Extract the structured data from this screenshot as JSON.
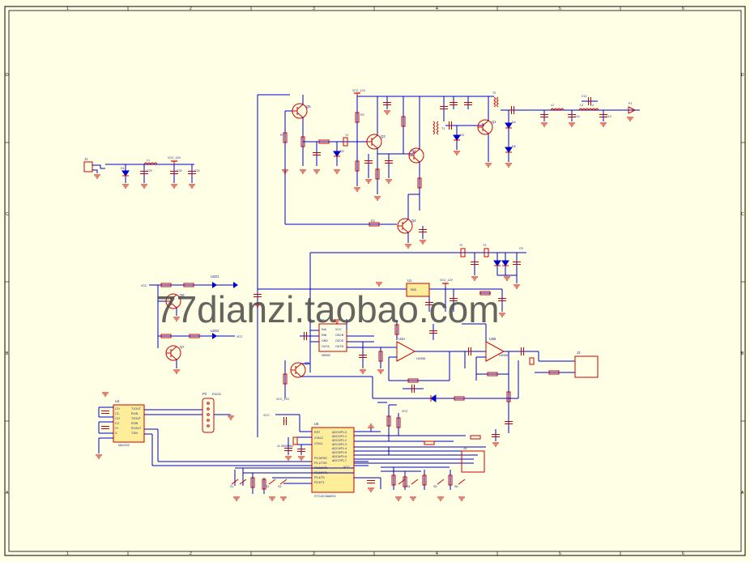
{
  "frame": {
    "columns": [
      "1",
      "2",
      "3",
      "4",
      "5",
      "6"
    ],
    "rows": [
      "D",
      "C",
      "B",
      "A"
    ]
  },
  "watermark": "77dianzi.taobao.com",
  "colors": {
    "paper": "#ffffe6",
    "wire": "#0000cc",
    "component": "#cc0000",
    "label": "#1a1a8c",
    "watermark": "#4a4a4a"
  },
  "power_labels": {
    "vcc12_a": "VCC_12V",
    "vcc12_b": "VCC_12V",
    "vcc12_c": "VCC_12V",
    "vcc12_d": "VCC_12V",
    "vcc12_e": "VCC_12V",
    "vcc_a": "VCC",
    "vcc_b": "VCC",
    "vcc_c": "VCC",
    "vcc_d": "VCC",
    "vcc_e": "VCC"
  },
  "parts": {
    "l1": "L1",
    "c29": "C29",
    "c30": "C30",
    "c31": "C31",
    "d1": "D1",
    "j1": "J1",
    "q5": "Q5",
    "q3": "Q3",
    "q2": "Q2",
    "q1": "Q1",
    "q4": "Q4",
    "t1": "T1",
    "t2": "T2",
    "c5": "C5",
    "c10": "C10",
    "c11": "C11",
    "d2": "D2",
    "d3": "D3",
    "d4": "D4",
    "d5": "D5",
    "r1": "R1",
    "r2": "R2",
    "r3": "R3",
    "r4": "R4",
    "r5": "R5",
    "r6": "R6",
    "r7": "R7",
    "y1": "Y1",
    "y2": "Y2",
    "y3": "Y3",
    "l2": "L2",
    "l3": "L3",
    "l4": "L4",
    "c12": "C12",
    "c13": "C13",
    "c14": "C14",
    "p1": "P1",
    "u1": "U1",
    "u1_val": "7805",
    "u2": "U2",
    "u2_val": "NE602",
    "u3a": "U3A",
    "u3a_val": "LM358",
    "u3b": "U3B",
    "u3b_val": "LM358",
    "q6": "Q6",
    "q7": "Q7",
    "q8": "Q8",
    "led1": "LED1",
    "led2": "LED2",
    "u4": "U4",
    "u4_val": "MAX232",
    "p2": "P2",
    "p2_val": "RS232",
    "u5": "U5",
    "u5_val": "STC12C5A60S2",
    "j2": "J2",
    "j3": "J3",
    "s1": "S1",
    "s2": "S2",
    "s3": "S3",
    "s4": "S4",
    "s5": "S5",
    "s6": "S6",
    "crystal": "11.0592MHz"
  },
  "pins": {
    "ne602": [
      "INA",
      "INB",
      "GND",
      "OUTA",
      "VCC",
      "OSCB",
      "OSCE",
      "OUTB"
    ],
    "mcu_left": [
      "RST",
      "XTAL2",
      "XTAL1",
      "P3.0/RXD",
      "P3.1/TXD",
      "P3.2/INT0",
      "P3.3/INT1",
      "P3.4/T0",
      "P3.5/T1"
    ],
    "mcu_right": [
      "ADC0/P1.0",
      "ADC1/P1.1",
      "ADC2/P1.2",
      "ADC3/P1.3",
      "ADC4/P1.4",
      "ADC5/P1.5",
      "ADC6/P1.6",
      "ADC7/P1.7"
    ],
    "max232_left": [
      "C1+",
      "C1-",
      "C2+",
      "C2-",
      "V+",
      "V-"
    ],
    "max232_right": [
      "T1OUT",
      "R1IN",
      "T2OUT",
      "R2IN",
      "R1OUT",
      "T1IN"
    ]
  }
}
